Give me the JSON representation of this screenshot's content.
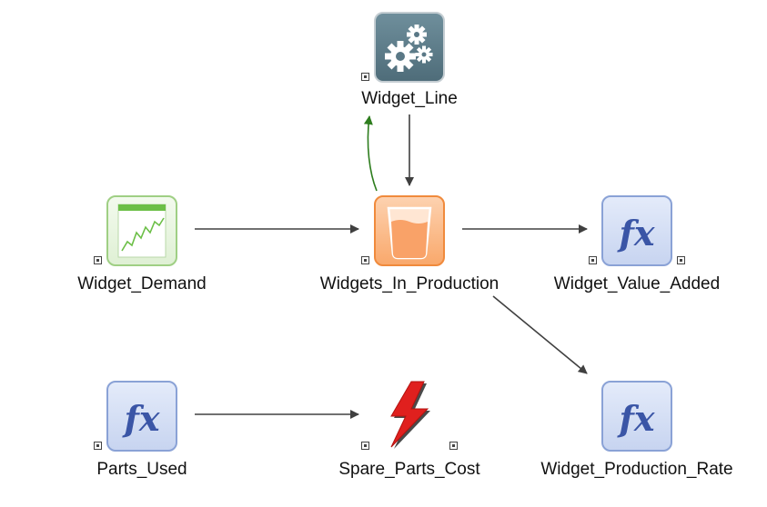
{
  "nodes": {
    "widget_line": {
      "label": "Widget_Line",
      "kind": "module",
      "icon": "gears-icon"
    },
    "widget_demand": {
      "label": "Widget_Demand",
      "kind": "data",
      "icon": "line-chart-icon"
    },
    "widgets_in_production": {
      "label": "Widgets_In_Production",
      "kind": "stock",
      "icon": "beaker-icon"
    },
    "widget_value_added": {
      "label": "Widget_Value_Added",
      "kind": "function",
      "icon": "fx-icon"
    },
    "parts_used": {
      "label": "Parts_Used",
      "kind": "function",
      "icon": "fx-icon"
    },
    "spare_parts_cost": {
      "label": "Spare_Parts_Cost",
      "kind": "event",
      "icon": "lightning-icon"
    },
    "widget_production_rate": {
      "label": "Widget_Production_Rate",
      "kind": "function",
      "icon": "fx-icon"
    }
  },
  "links": [
    {
      "from": "widget_line",
      "to": "widgets_in_production",
      "color": "#404040"
    },
    {
      "from": "widgets_in_production",
      "to": "widget_line",
      "color": "#2e7d1e",
      "curved": true
    },
    {
      "from": "widget_demand",
      "to": "widgets_in_production",
      "color": "#404040"
    },
    {
      "from": "widgets_in_production",
      "to": "widget_value_added",
      "color": "#404040"
    },
    {
      "from": "widgets_in_production",
      "to": "widget_production_rate",
      "color": "#404040"
    },
    {
      "from": "parts_used",
      "to": "spare_parts_cost",
      "color": "#404040"
    }
  ],
  "colors": {
    "function_fill": "#d6e0f5",
    "function_border": "#8aa2d6",
    "fx_text": "#3a55a6",
    "stock_fill": "#fbbf94",
    "stock_border": "#f08a3c",
    "module_fill": "#5f7f8c",
    "data_border": "#9fcf84",
    "lightning": "#e0201e"
  }
}
